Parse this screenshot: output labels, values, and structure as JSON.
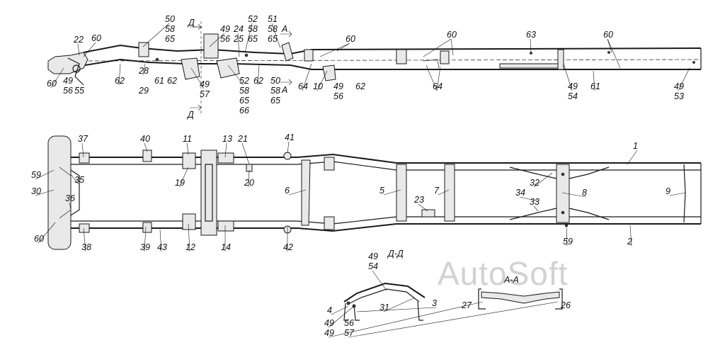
{
  "watermark": "AutoSoft",
  "callouts": [
    "22",
    "60",
    "49",
    "56",
    "55",
    "60",
    "62",
    "28",
    "29",
    "50",
    "58",
    "65",
    "Д",
    "61",
    "62",
    "Д",
    "49",
    "57",
    "49",
    "56",
    "24",
    "25",
    "52",
    "58",
    "65",
    "52",
    "58",
    "65",
    "66",
    "62",
    "51",
    "58",
    "65",
    "А",
    "50",
    "58",
    "65",
    "А",
    "64",
    "10",
    "49",
    "56",
    "62",
    "60",
    "60",
    "64",
    "63",
    "60",
    "49",
    "54",
    "61",
    "49",
    "53",
    "37",
    "40",
    "11",
    "13",
    "21",
    "41",
    "1",
    "59",
    "35",
    "30",
    "36",
    "19",
    "20",
    "6",
    "5",
    "7",
    "32",
    "34",
    "8",
    "9",
    "33",
    "23",
    "60",
    "38",
    "39",
    "43",
    "12",
    "14",
    "42",
    "2",
    "59",
    "Д-Д",
    "49",
    "54",
    "31",
    "4",
    "3",
    "49",
    "56",
    "49",
    "57",
    "А-А",
    "27",
    "26"
  ]
}
